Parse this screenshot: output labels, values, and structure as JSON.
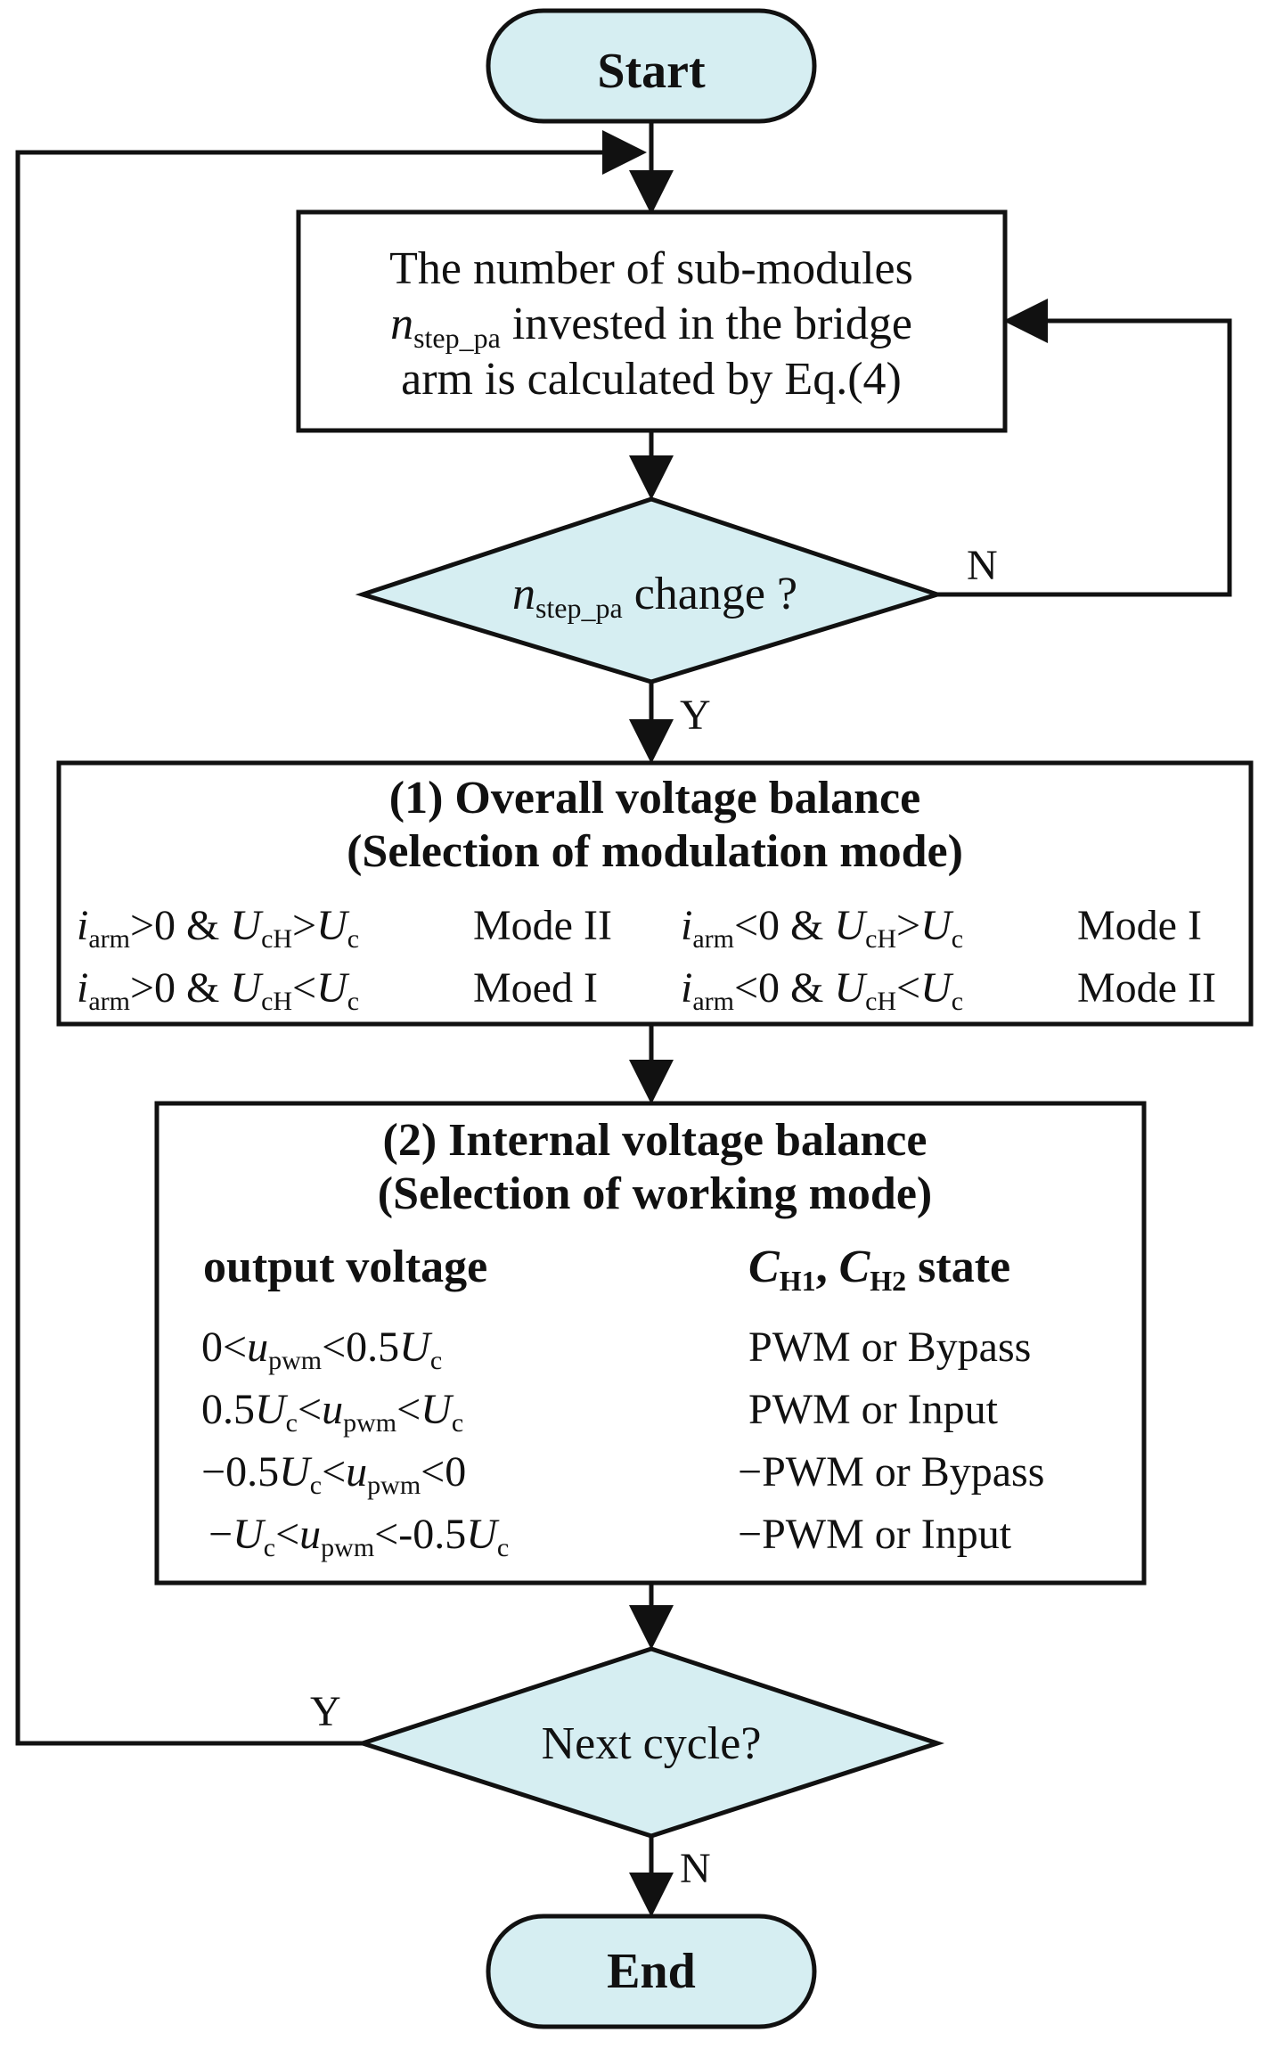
{
  "start": {
    "label": "Start"
  },
  "end": {
    "label": "End"
  },
  "calc_box": {
    "line1": "The number of sub-modules",
    "line2_var": "n",
    "line2_sub": "step_pa",
    "line2_rest": " invested in the bridge",
    "line3": "arm is calculated by Eq.(4)"
  },
  "decision_change": {
    "var": "n",
    "sub": "step_pa",
    "rest": " change ?",
    "no_label": "N",
    "yes_label": "Y"
  },
  "overall_box": {
    "title1": "(1)  Overall voltage balance",
    "title2": "(Selection of modulation mode)",
    "rows": [
      {
        "left_cond": ">0 & ",
        "left_rel": ">",
        "left_mode": "Mode II",
        "right_cond": "<0 & ",
        "right_rel": ">",
        "right_mode": "Mode I"
      },
      {
        "left_cond": ">0 & ",
        "left_rel": "<",
        "left_mode": "Moed I",
        "right_cond": "<0 & ",
        "right_rel": "<",
        "right_mode": "Mode II"
      }
    ],
    "sym_i": "i",
    "sub_arm": "arm",
    "sym_U": "U",
    "sub_cH": "cH",
    "sub_c": "c"
  },
  "internal_box": {
    "title1": "(2) Internal voltage balance",
    "title2": "(Selection of working mode)",
    "col1_header": "output voltage",
    "col2_header_C": "C",
    "col2_header_sub1": "H1",
    "col2_header_mid": ", ",
    "col2_header_sub2": "H2",
    "col2_header_rest": " state",
    "rows": [
      {
        "cond_a": "0<",
        "cond_b": "<0.5",
        "cond_c": "",
        "state": "PWM or Bypass"
      },
      {
        "cond_a": "0.5",
        "cond_b": "<",
        "cond_c": "<",
        "state": "PWM or Input"
      },
      {
        "cond_a": "−0.5",
        "cond_b": "<",
        "cond_c": "<0",
        "state": "−PWM or Bypass"
      },
      {
        "cond_a": "−",
        "cond_b": "<",
        "cond_c": "<-0.5",
        "state": "−PWM or Input"
      }
    ],
    "sym_u": "u",
    "sub_pwm": "pwm",
    "sym_U": "U",
    "sub_c": "c"
  },
  "decision_next": {
    "label": "Next cycle?",
    "yes_label": "Y",
    "no_label": "N"
  },
  "colors": {
    "fill": "#d6eef2",
    "stroke": "#111111",
    "background": "#ffffff"
  }
}
